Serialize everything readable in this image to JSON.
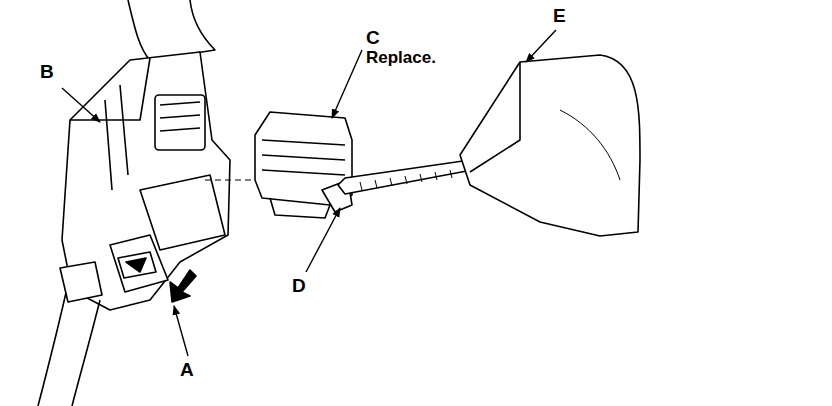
{
  "diagram": {
    "labels": [
      "C",
      "Replace.",
      "E",
      "B",
      "D",
      "A"
    ]
  }
}
